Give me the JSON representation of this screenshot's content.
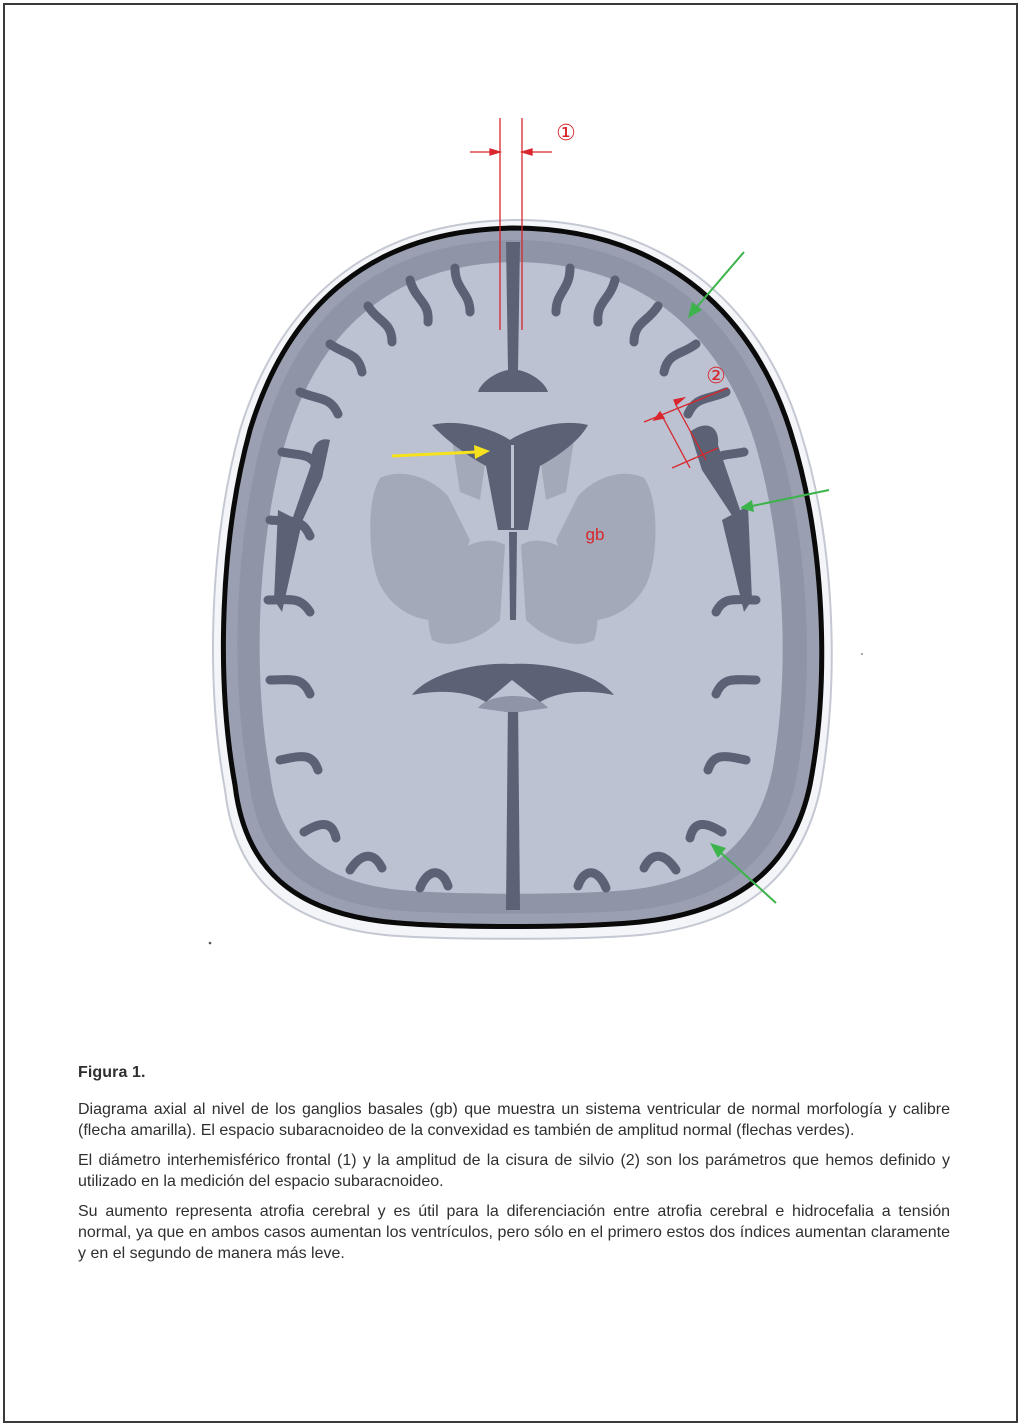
{
  "figure": {
    "label_interhemispheric": "①",
    "label_sylvian": "②",
    "label_basal_ganglia": "gb",
    "colors": {
      "brain_fill": "#bcc2d2",
      "gray_matter": "#8e95a7",
      "csf_dark": "#5b6275",
      "nuclei": "#a3a9b9",
      "skull_outline": "#0a0a0a",
      "measure_red": "#d8262c",
      "arrow_green": "#3cb44b",
      "arrow_yellow": "#f5e21c"
    }
  },
  "caption": {
    "title": "Figura 1.",
    "paragraphs": [
      "Diagrama axial al nivel de los ganglios basales (gb) que muestra un sistema ventricular de normal morfología y calibre (flecha amarilla). El espacio subaracnoideo de la convexidad es también de amplitud normal (flechas verdes).",
      "El diámetro interhemisférico frontal (1) y la amplitud de la cisura de silvio (2) son los parámetros que hemos definido y utilizado en la medición del espacio subaracnoideo.",
      "Su aumento representa atrofia cerebral y es útil para la diferenciación entre atrofia cerebral e hidrocefalia a tensión normal, ya que en ambos casos aumentan los ventrículos, pero sólo en el primero estos dos índices aumentan claramente y en el segundo de manera más leve."
    ]
  }
}
